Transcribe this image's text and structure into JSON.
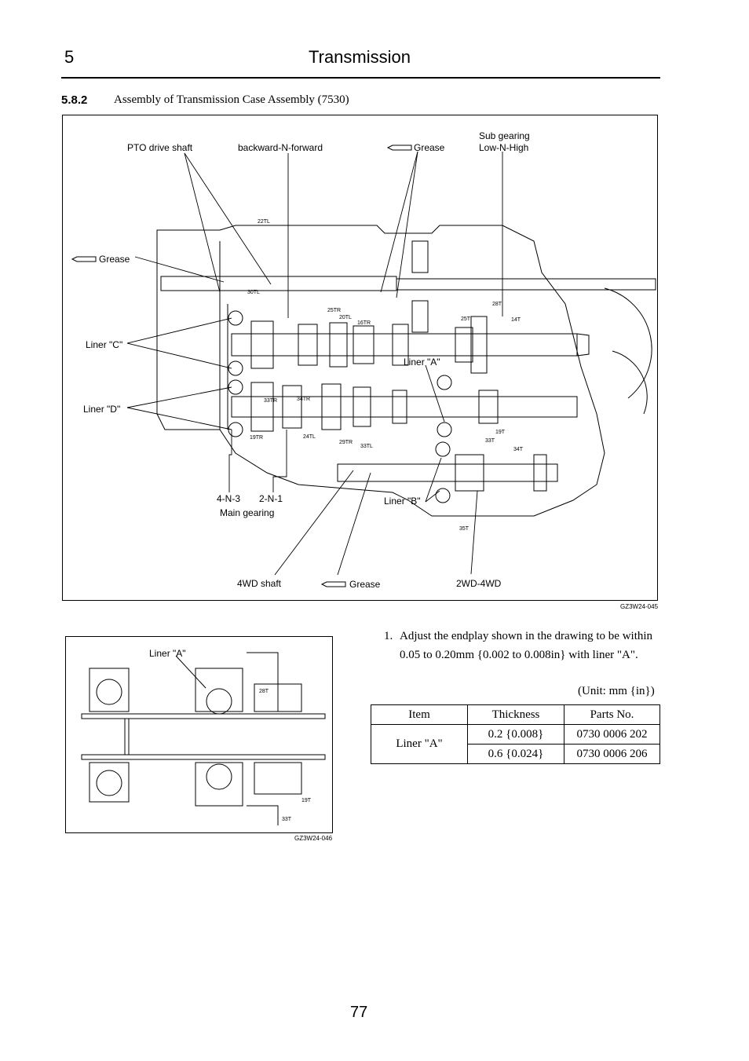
{
  "header": {
    "chapter_number": "5",
    "chapter_title": "Transmission"
  },
  "section": {
    "number": "5.8.2",
    "title": "Assembly of Transmission Case Assembly (7530)"
  },
  "figure_main": {
    "id": "GZ3W24-045",
    "labels": {
      "pto_drive_shaft": "PTO drive shaft",
      "backward_n_forward": "backward-N-forward",
      "grease_top": "Grease",
      "sub_gearing": "Sub gearing",
      "low_n_high": "Low-N-High",
      "grease_left": "Grease",
      "liner_c": "Liner \"C\"",
      "liner_d": "Liner \"D\"",
      "liner_a": "Liner \"A\"",
      "liner_b": "Liner \"B\"",
      "four_n_3": "4-N-3",
      "two_n_1": "2-N-1",
      "main_gearing": "Main gearing",
      "four_wd_shaft": "4WD shaft",
      "grease_bottom": "Grease",
      "two_wd_four_wd": "2WD-4WD"
    },
    "gear_tags": [
      "22TL",
      "30TL",
      "25TR",
      "20TL",
      "16TR",
      "28T",
      "25T",
      "14T",
      "33TR",
      "34TR",
      "19TR",
      "24TL",
      "29TR",
      "33TL",
      "19T",
      "33T",
      "34T",
      "35T"
    ]
  },
  "figure_detail": {
    "id": "GZ3W24-046",
    "labels": {
      "liner_a": "Liner \"A\""
    },
    "gear_tags": [
      "28T",
      "19T",
      "33T"
    ]
  },
  "instruction": {
    "number": "1.",
    "text": "Adjust the endplay shown in the drawing to be within 0.05 to 0.20mm {0.002 to 0.008in} with liner \"A\"."
  },
  "unit_note": "(Unit: mm {in})",
  "parts_table": {
    "headers": [
      "Item",
      "Thickness",
      "Parts No."
    ],
    "item": "Liner \"A\"",
    "rows": [
      {
        "thickness": "0.2 {0.008}",
        "part_no": "0730 0006 202"
      },
      {
        "thickness": "0.6 {0.024}",
        "part_no": "0730 0006 206"
      }
    ]
  },
  "page_number": "77"
}
